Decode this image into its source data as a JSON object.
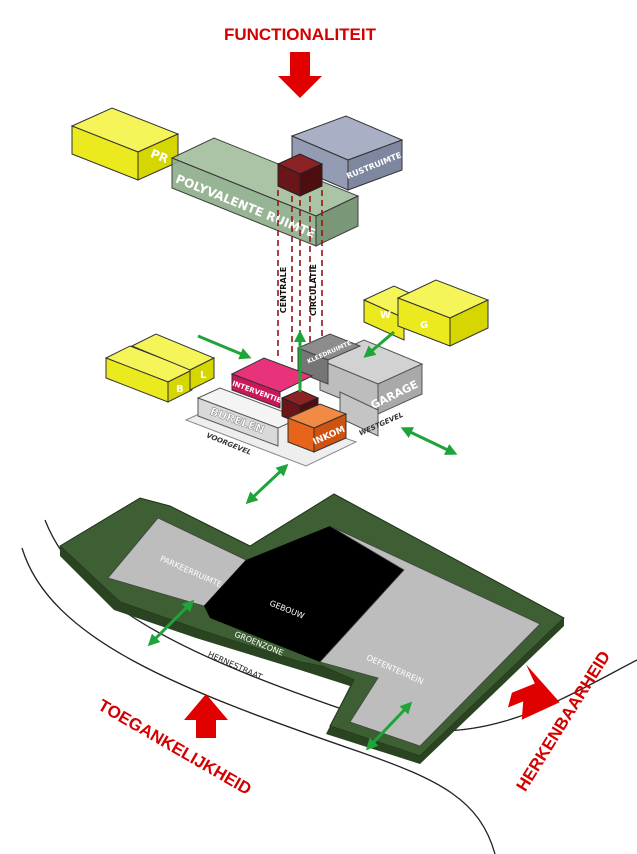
{
  "titles": {
    "top": "FUNCTIONALITEIT",
    "left": "TOEGANKELIJKHEID",
    "right": "HERKENBAARHEID"
  },
  "upper_volumes": {
    "pr": "PR",
    "polyvalente": "POLYVALENTE RUIMTE",
    "ruimte": "RUSTRUIMTE"
  },
  "core": {
    "centrale": "CENTRALE",
    "circulatie": "CIRCULATIE"
  },
  "ground_volumes": {
    "w": "W",
    "g": "G",
    "b": "B",
    "l": "L",
    "interventie": "INTERVENTIE",
    "kleedruimte": "KLEEDRUIMTE",
    "garage": "GARAGE",
    "westgevel": "WESTGEVEL",
    "burelen": "BURELEN",
    "inkom": "INKOM",
    "voorgevel": "VOORGEVEL"
  },
  "site": {
    "parkeerruimte": "PARKEERRUIMTE",
    "gebouw": "GEBOUW",
    "groenzone": "GROENZONE",
    "hernestraat": "HERNESTRAAT",
    "oefenterrein": "OEFENTERREIN"
  },
  "colors": {
    "red": "#e10000",
    "yellow": "#f0f000",
    "green_vol": "#8fae8c",
    "blue_vol": "#8e97ae",
    "core": "#6a1518",
    "magenta": "#d81b63",
    "orange": "#e8641a",
    "gray_vol": "#b8b8b8",
    "site_green": "#3d5f33",
    "site_gray": "#bdbdbd",
    "arrow_green": "#1fa33a"
  }
}
